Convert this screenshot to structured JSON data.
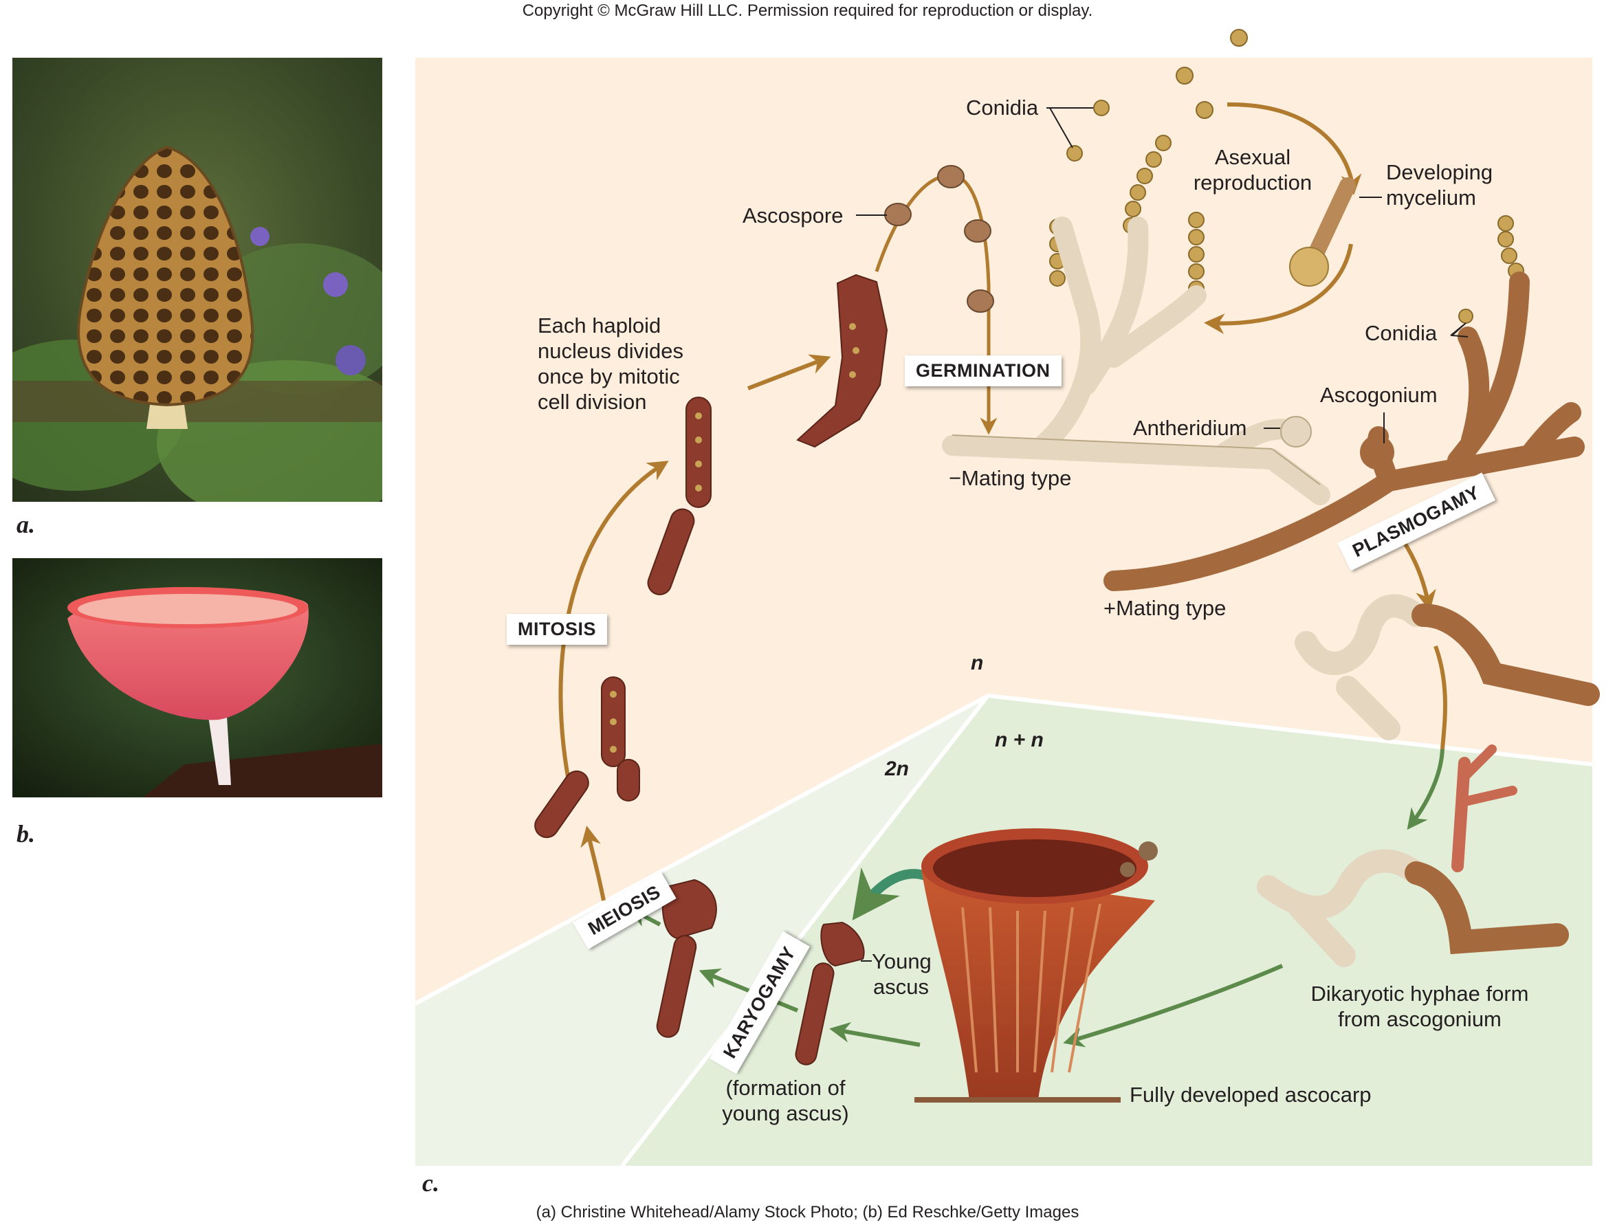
{
  "copyright": "Copyright © McGraw Hill LLC. Permission required for reproduction or display.",
  "credit": "(a) Christine Whitehead/Alamy Stock Photo; (b) Ed Reschke/Getty Images",
  "panels": {
    "a": "a.",
    "b": "b.",
    "c": "c."
  },
  "labels": {
    "conidia_top": "Conidia",
    "asexual_1": "Asexual",
    "asexual_2": "reproduction",
    "developing_1": "Developing",
    "developing_2": "mycelium",
    "ascospore": "Ascospore",
    "haploid_1": "Each haploid",
    "haploid_2": "nucleus divides",
    "haploid_3": "once by mitotic",
    "haploid_4": "cell division",
    "conidia_right": "Conidia",
    "ascogonium": "Ascogonium",
    "antheridium": "Antheridium",
    "minus_mating": "−Mating type",
    "plus_mating": "+Mating type",
    "young_ascus_1": "Young",
    "young_ascus_2": "ascus",
    "formation_1": "(formation of",
    "formation_2": "young ascus)",
    "dikaryotic_1": "Dikaryotic hyphae form",
    "dikaryotic_2": "from ascogonium",
    "ascocarp": "Fully developed ascocarp"
  },
  "stages": {
    "germination": "GERMINATION",
    "mitosis": "MITOSIS",
    "plasmogamy": "PLASMOGAMY",
    "meiosis": "MEIOSIS",
    "karyogamy": "KARYOGAMY"
  },
  "ploidy": {
    "n": "n",
    "n_plus_n": "n + n",
    "two_n": "2n"
  },
  "colors": {
    "haploid_bg": "#fdeedd",
    "dikaryon_bg": "#e3eed9",
    "diploid_bg": "#eef3e8",
    "haploid_arrow": "#b07b2e",
    "dikaryon_arrow": "#5b8a4a",
    "hypha_light": "#e4d6bf",
    "hypha_dark": "#a4693c",
    "ascus": "#8d3b2c",
    "spore": "#c9a456"
  }
}
